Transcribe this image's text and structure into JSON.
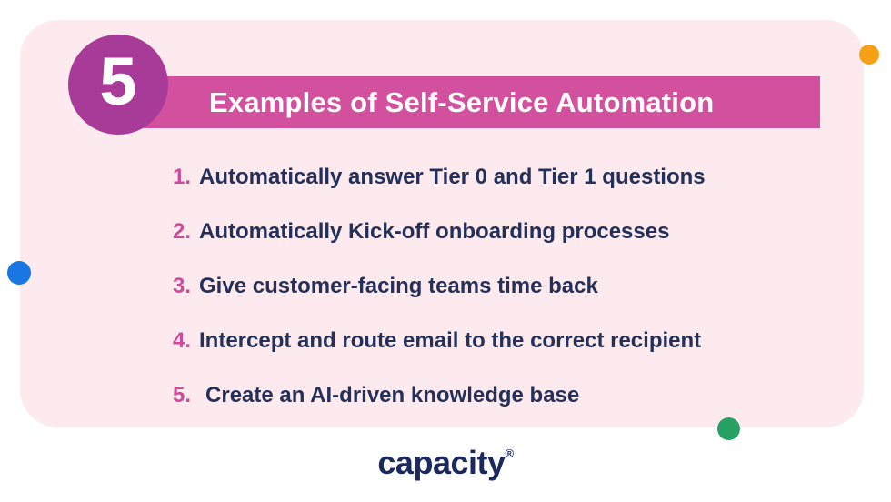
{
  "card": {
    "badge_number": "5",
    "title": "Examples of Self-Service Automation",
    "items": [
      {
        "number": "1.",
        "text": "Automatically answer Tier 0 and Tier 1 questions"
      },
      {
        "number": "2.",
        "text": "Automatically Kick-off onboarding processes"
      },
      {
        "number": "3.",
        "text": "Give customer-facing teams time back"
      },
      {
        "number": "4.",
        "text": "Intercept and route email to the correct recipient"
      },
      {
        "number": "5.",
        "text": "Create an AI-driven knowledge base"
      }
    ]
  },
  "footer": {
    "logo_text": "capacity",
    "logo_mark": "®"
  },
  "colors": {
    "page_background": "#ffffff",
    "card_background": "#fdeaee",
    "badge_circle": "#a83b97",
    "title_banner": "#d2509e",
    "title_text": "#ffffff",
    "item_number": "#d04a9b",
    "item_text": "#243058",
    "logo_text": "#1b2a5e",
    "dot_orange": "#f6a018",
    "dot_blue": "#1976e3",
    "dot_green": "#27a163"
  },
  "decorations": {
    "dots": [
      "orange-dot",
      "blue-dot",
      "green-dot"
    ]
  }
}
